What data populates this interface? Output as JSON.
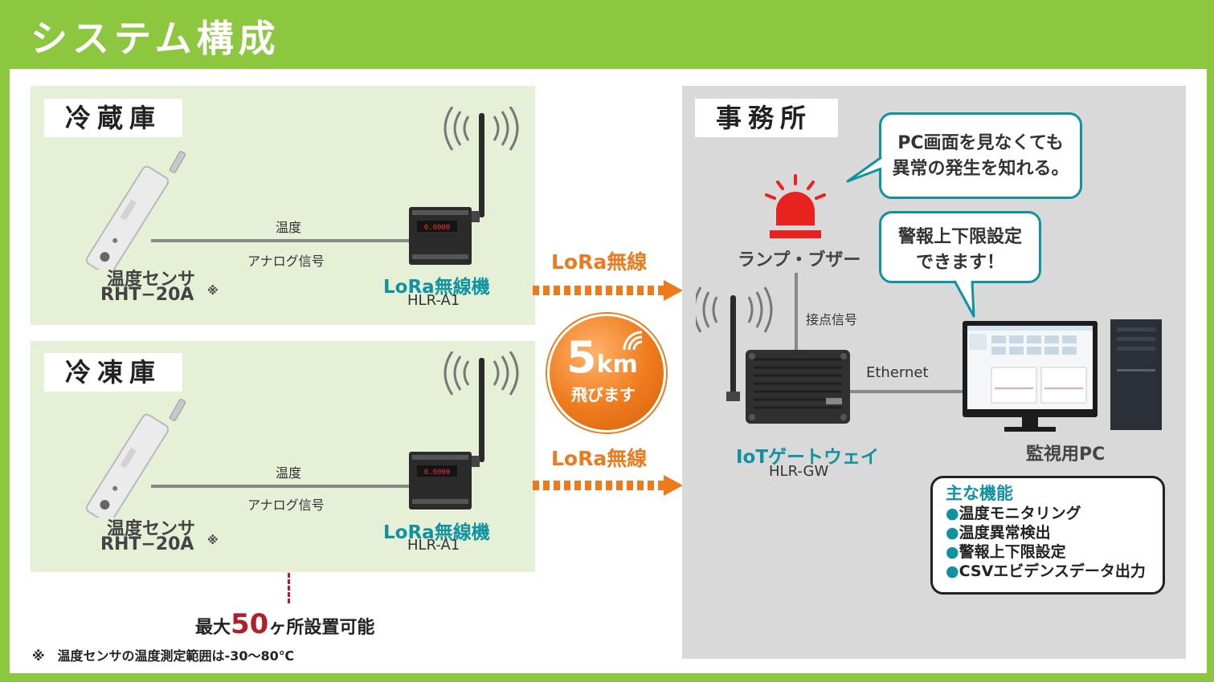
{
  "title": "システム構成",
  "zones": {
    "fridge_label": "冷蔵庫",
    "freezer_label": "冷凍庫",
    "office_label": "事務所"
  },
  "sensor": {
    "name": "温度センサ",
    "model": "RHT−20A",
    "note_mark": "※"
  },
  "wire": {
    "temp": "温度",
    "signal": "アナログ信号"
  },
  "transmitter": {
    "name": "LoRa無線機",
    "model": "HLR-A1"
  },
  "link": {
    "label": "LoRa無線"
  },
  "range_badge": {
    "value": "5",
    "unit": "km",
    "caption": "飛びます"
  },
  "max_install": {
    "prefix": "最大",
    "number": "50",
    "suffix": "ヶ所設置可能"
  },
  "footnote": "※　温度センサの温度測定範囲は-30～80℃",
  "lamp": {
    "label": "ランプ・ブザー"
  },
  "contact_signal": "接点信号",
  "gateway": {
    "name": "IoTゲートウェイ",
    "model": "HLR-GW"
  },
  "ethernet": "Ethernet",
  "pc": {
    "label": "監視用PC"
  },
  "bubble1": {
    "line1": "PC画面を見なくても",
    "line2": "異常の発生を知れる。"
  },
  "bubble2": {
    "line1": "警報上下限設定",
    "line2": "できます！"
  },
  "functions": {
    "title": "主な機能",
    "items": [
      "温度モニタリング",
      "温度異常検出",
      "警報上下限設定",
      "CSVエビデンスデータ出力"
    ]
  },
  "colors": {
    "frame_green": "#8dc63f",
    "zone_green": "#e5f0d6",
    "office_gray": "#d9d9d9",
    "teal": "#0f93a0",
    "orange": "#ee7a1c",
    "lamp_red": "#e8231f",
    "dark_red": "#b0202a"
  }
}
